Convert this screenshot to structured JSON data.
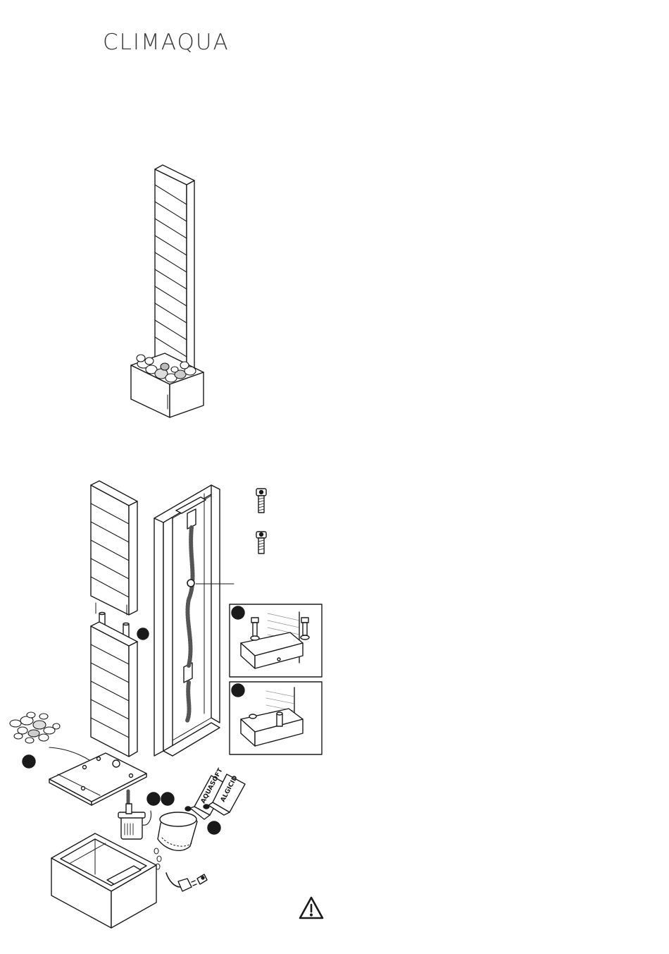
{
  "brand": {
    "name": "CLIMAQUA"
  },
  "bottles": [
    {
      "label": "AQUASOFT"
    },
    {
      "label": "ALGICID"
    }
  ],
  "icons": {
    "warning": "warning-triangle-icon"
  },
  "colors": {
    "ink": "#1a1a1a",
    "paper": "#ffffff"
  }
}
